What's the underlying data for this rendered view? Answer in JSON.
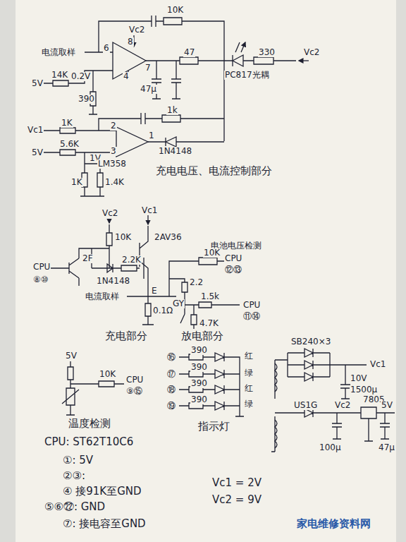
{
  "diagram": {
    "labels": [
      "Vc2",
      "10K",
      "电流取样",
      "6",
      "8",
      "47",
      "330",
      "Vc2",
      "7",
      "4",
      "14K",
      "0.2V",
      "5V",
      "390",
      "47μ",
      "PC817光耦",
      "Vc1",
      "1K",
      "2",
      "1",
      "1k",
      "5.6K",
      "3",
      "1V",
      "5V",
      "1N4148",
      "LM358",
      "1K",
      "1.4K",
      "充电电压、电流控制部分",
      "Vc2",
      "Vc1",
      "10K",
      "2AV36",
      "电池电压检测",
      "CPU",
      "⑫⑬",
      "10K",
      "2F",
      "1N4148",
      "2.2K",
      "CPU",
      "⑧⑩",
      "E",
      "2.2",
      "GY",
      "1.5k",
      "CPU",
      "⑪⑭",
      "电流取样",
      "4.7K",
      "0.1Ω",
      "充电部分",
      "放电部分",
      "5V",
      "10K",
      "CPU",
      "⑨⑮",
      "温度检测",
      "⑯",
      "390",
      "红",
      "⑰",
      "390",
      "绿",
      "⑱",
      "390",
      "红",
      "⑲",
      "390",
      "绿",
      "指示灯",
      "SB240×3",
      "Vc1",
      "10V",
      "1500μ",
      "US1G",
      "Vc2",
      "7805",
      "5V",
      "100μ",
      "47μ",
      "CPU: ST62T10C6",
      "①: 5V",
      "②③:",
      "④ 接91K至GND",
      "⑤⑥㉒: GND",
      "⑦: 接电容至GND",
      "Vc1 = 2V",
      "Vc2 = 9V",
      "家电维修资料网"
    ]
  }
}
